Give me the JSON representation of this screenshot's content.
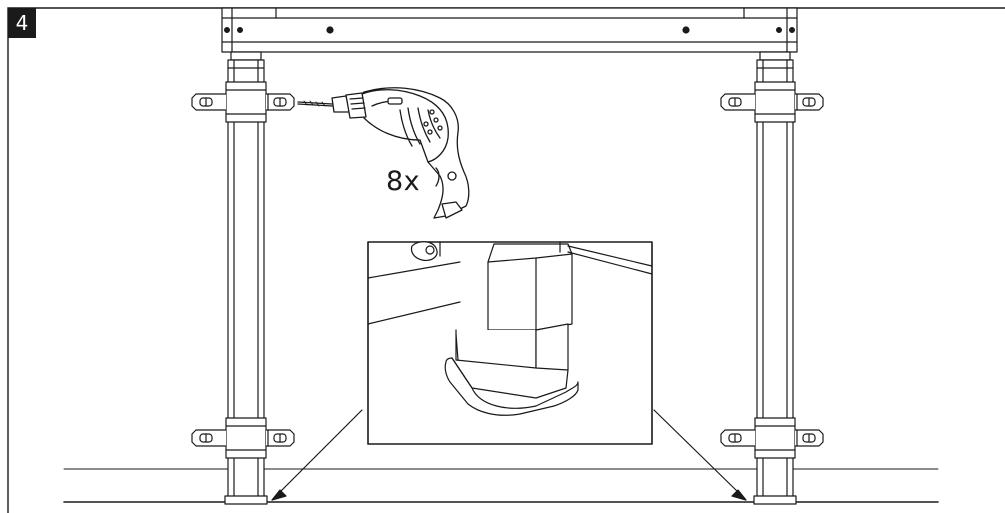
{
  "step": {
    "number": "4"
  },
  "instruction": {
    "quantity": "8x"
  },
  "icons": {
    "tool": "power-drill-icon",
    "callout": "zoom-callout-detail",
    "arrows": "pointer-arrow-icon"
  },
  "colors": {
    "line": "#1a1a1a",
    "badge": "#1a1a1a",
    "background": "#ffffff"
  }
}
